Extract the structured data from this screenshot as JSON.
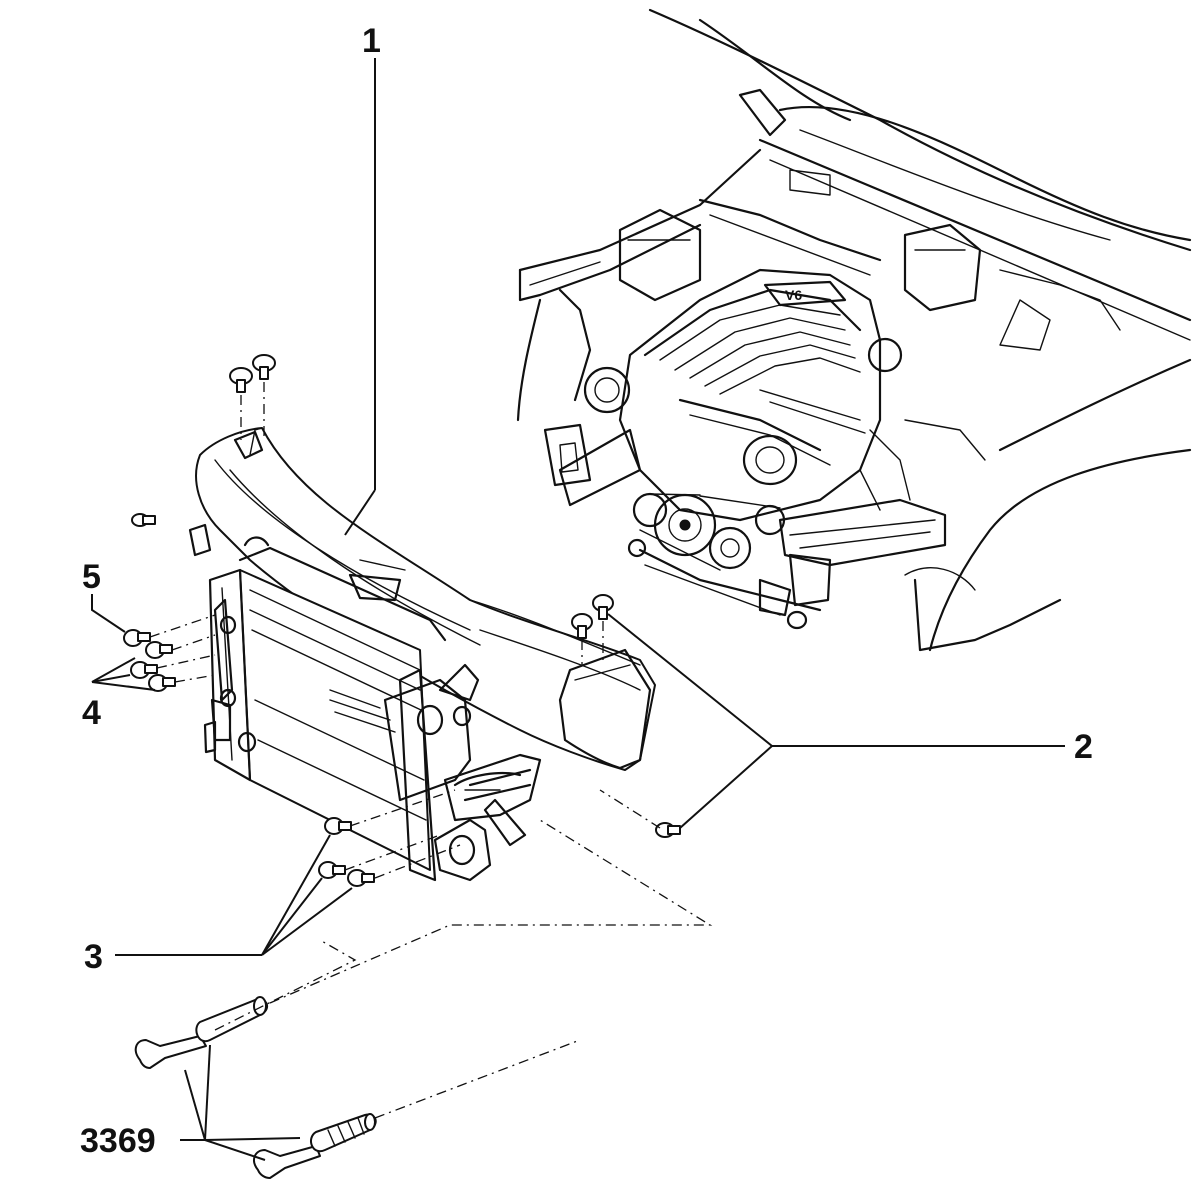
{
  "callouts": {
    "c1": "1",
    "c2": "2",
    "c3": "3",
    "c4": "4",
    "c5": "5",
    "c3369": "3369"
  }
}
